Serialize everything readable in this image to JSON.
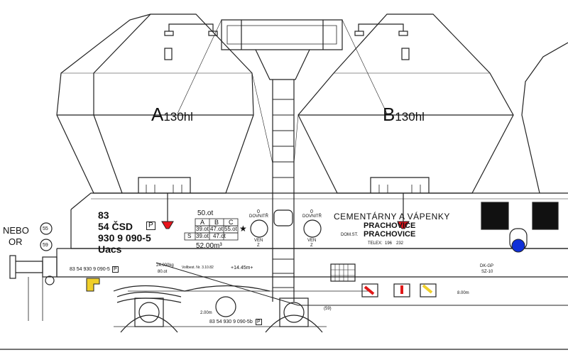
{
  "hopper_labels": {
    "a_letter": "A",
    "a_volume": "130hl",
    "b_letter": "B",
    "b_volume": "130hl"
  },
  "side_marking": {
    "line1": "83",
    "line2": "54 ČSD",
    "line2_box": "P",
    "line3": "930 9 090-5",
    "line4": "Uacs"
  },
  "load_table": {
    "top_value": "50.ot",
    "headers": [
      "A",
      "B",
      "C"
    ],
    "row1": [
      "39.ot",
      "47.ot",
      "55.ot"
    ],
    "row2_label": "S",
    "row2": [
      "39.ot",
      "47.ot"
    ],
    "star": "★",
    "volume": "52.00m³"
  },
  "side_valves": {
    "left_top": "0",
    "left_label": "DOVNITŘ",
    "left_bottom1": "VEN",
    "left_bottom2": "Z",
    "right_top": "0",
    "right_label": "DOVNITŘ",
    "right_bottom1": "VEN",
    "right_bottom2": "Z"
  },
  "owner": {
    "company": "CEMENTÁRNY A VÁPENKY",
    "station_prefix": "DOM.ST.",
    "station1": "PRACHOVICE",
    "station2": "PRACHOVICE",
    "telex_label": "TELEX:",
    "telex_1": "196",
    "telex_2": "232"
  },
  "left_note": {
    "line1": "NEBO",
    "line2": "OR",
    "circle1": "55",
    "circle2": "59"
  },
  "frame_marking": {
    "number": "83 54 930 9 090-5",
    "box": "P",
    "weight_top": "24.000kg",
    "weight_bottom": "80.ot",
    "revision": "Vollbest. Nr. 3.10.82",
    "length": "+14.45m+",
    "code1": "DK-GP",
    "code2": "SZ-10",
    "dist1": "8.00m",
    "dist2": "2.00m",
    "bogie_number": "83 54 930 9 090-5b",
    "box2": "P",
    "label_59": "(59)"
  },
  "colors": {
    "valve_red": "#e8141c",
    "indicator_blue": "#1030d8",
    "lever_yellow": "#f0cf2a",
    "lever_red": "#e01818",
    "line": "#222222"
  }
}
